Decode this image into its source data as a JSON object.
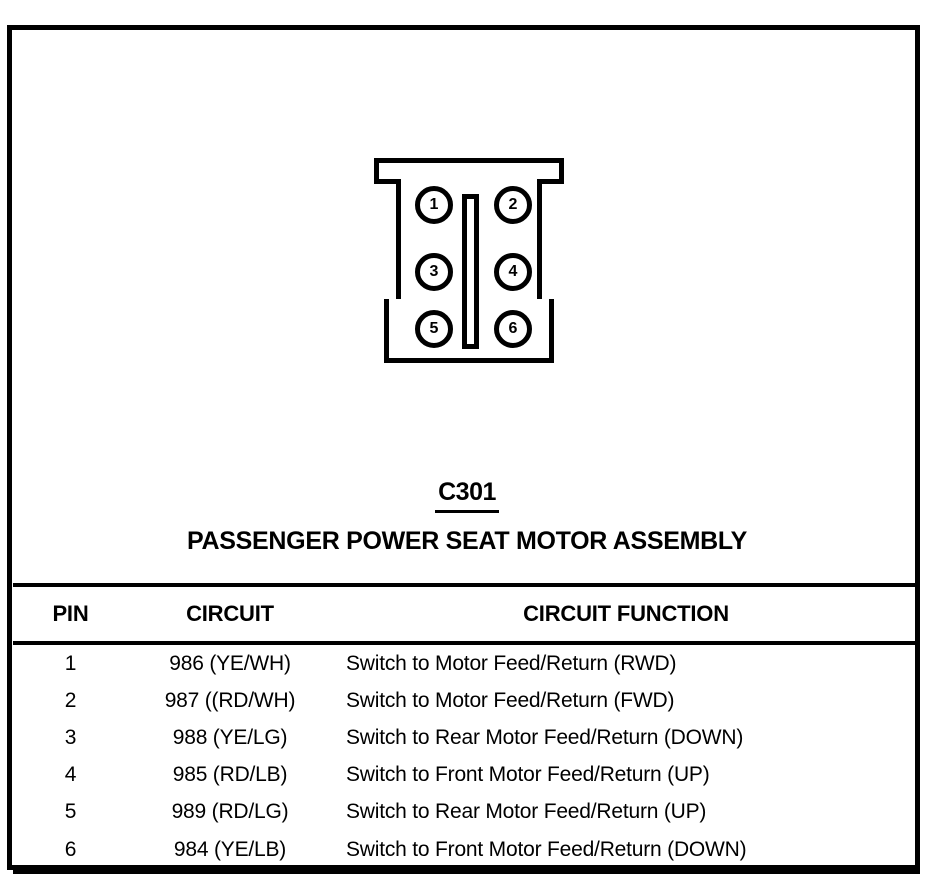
{
  "connector": {
    "id": "C301",
    "assembly_name": "PASSENGER POWER SEAT MOTOR ASSEMBLY",
    "pin_labels": [
      "1",
      "2",
      "3",
      "4",
      "5",
      "6"
    ]
  },
  "table": {
    "headers": {
      "pin": "PIN",
      "circuit": "CIRCUIT",
      "function": "CIRCUIT FUNCTION"
    },
    "rows": [
      {
        "pin": "1",
        "circuit": "986 (YE/WH)",
        "function": "Switch to Motor Feed/Return (RWD)"
      },
      {
        "pin": "2",
        "circuit": "987 ((RD/WH)",
        "function": "Switch to Motor Feed/Return (FWD)"
      },
      {
        "pin": "3",
        "circuit": "988 (YE/LG)",
        "function": "Switch to Rear Motor Feed/Return (DOWN)"
      },
      {
        "pin": "4",
        "circuit": "985 (RD/LB)",
        "function": "Switch to Front Motor Feed/Return (UP)"
      },
      {
        "pin": "5",
        "circuit": "989 (RD/LG)",
        "function": "Switch to Rear Motor Feed/Return (UP)"
      },
      {
        "pin": "6",
        "circuit": "984 (YE/LB)",
        "function": "Switch to Front Motor Feed/Return (DOWN)"
      }
    ]
  },
  "colors": {
    "ink": "#000000",
    "paper": "#ffffff"
  }
}
